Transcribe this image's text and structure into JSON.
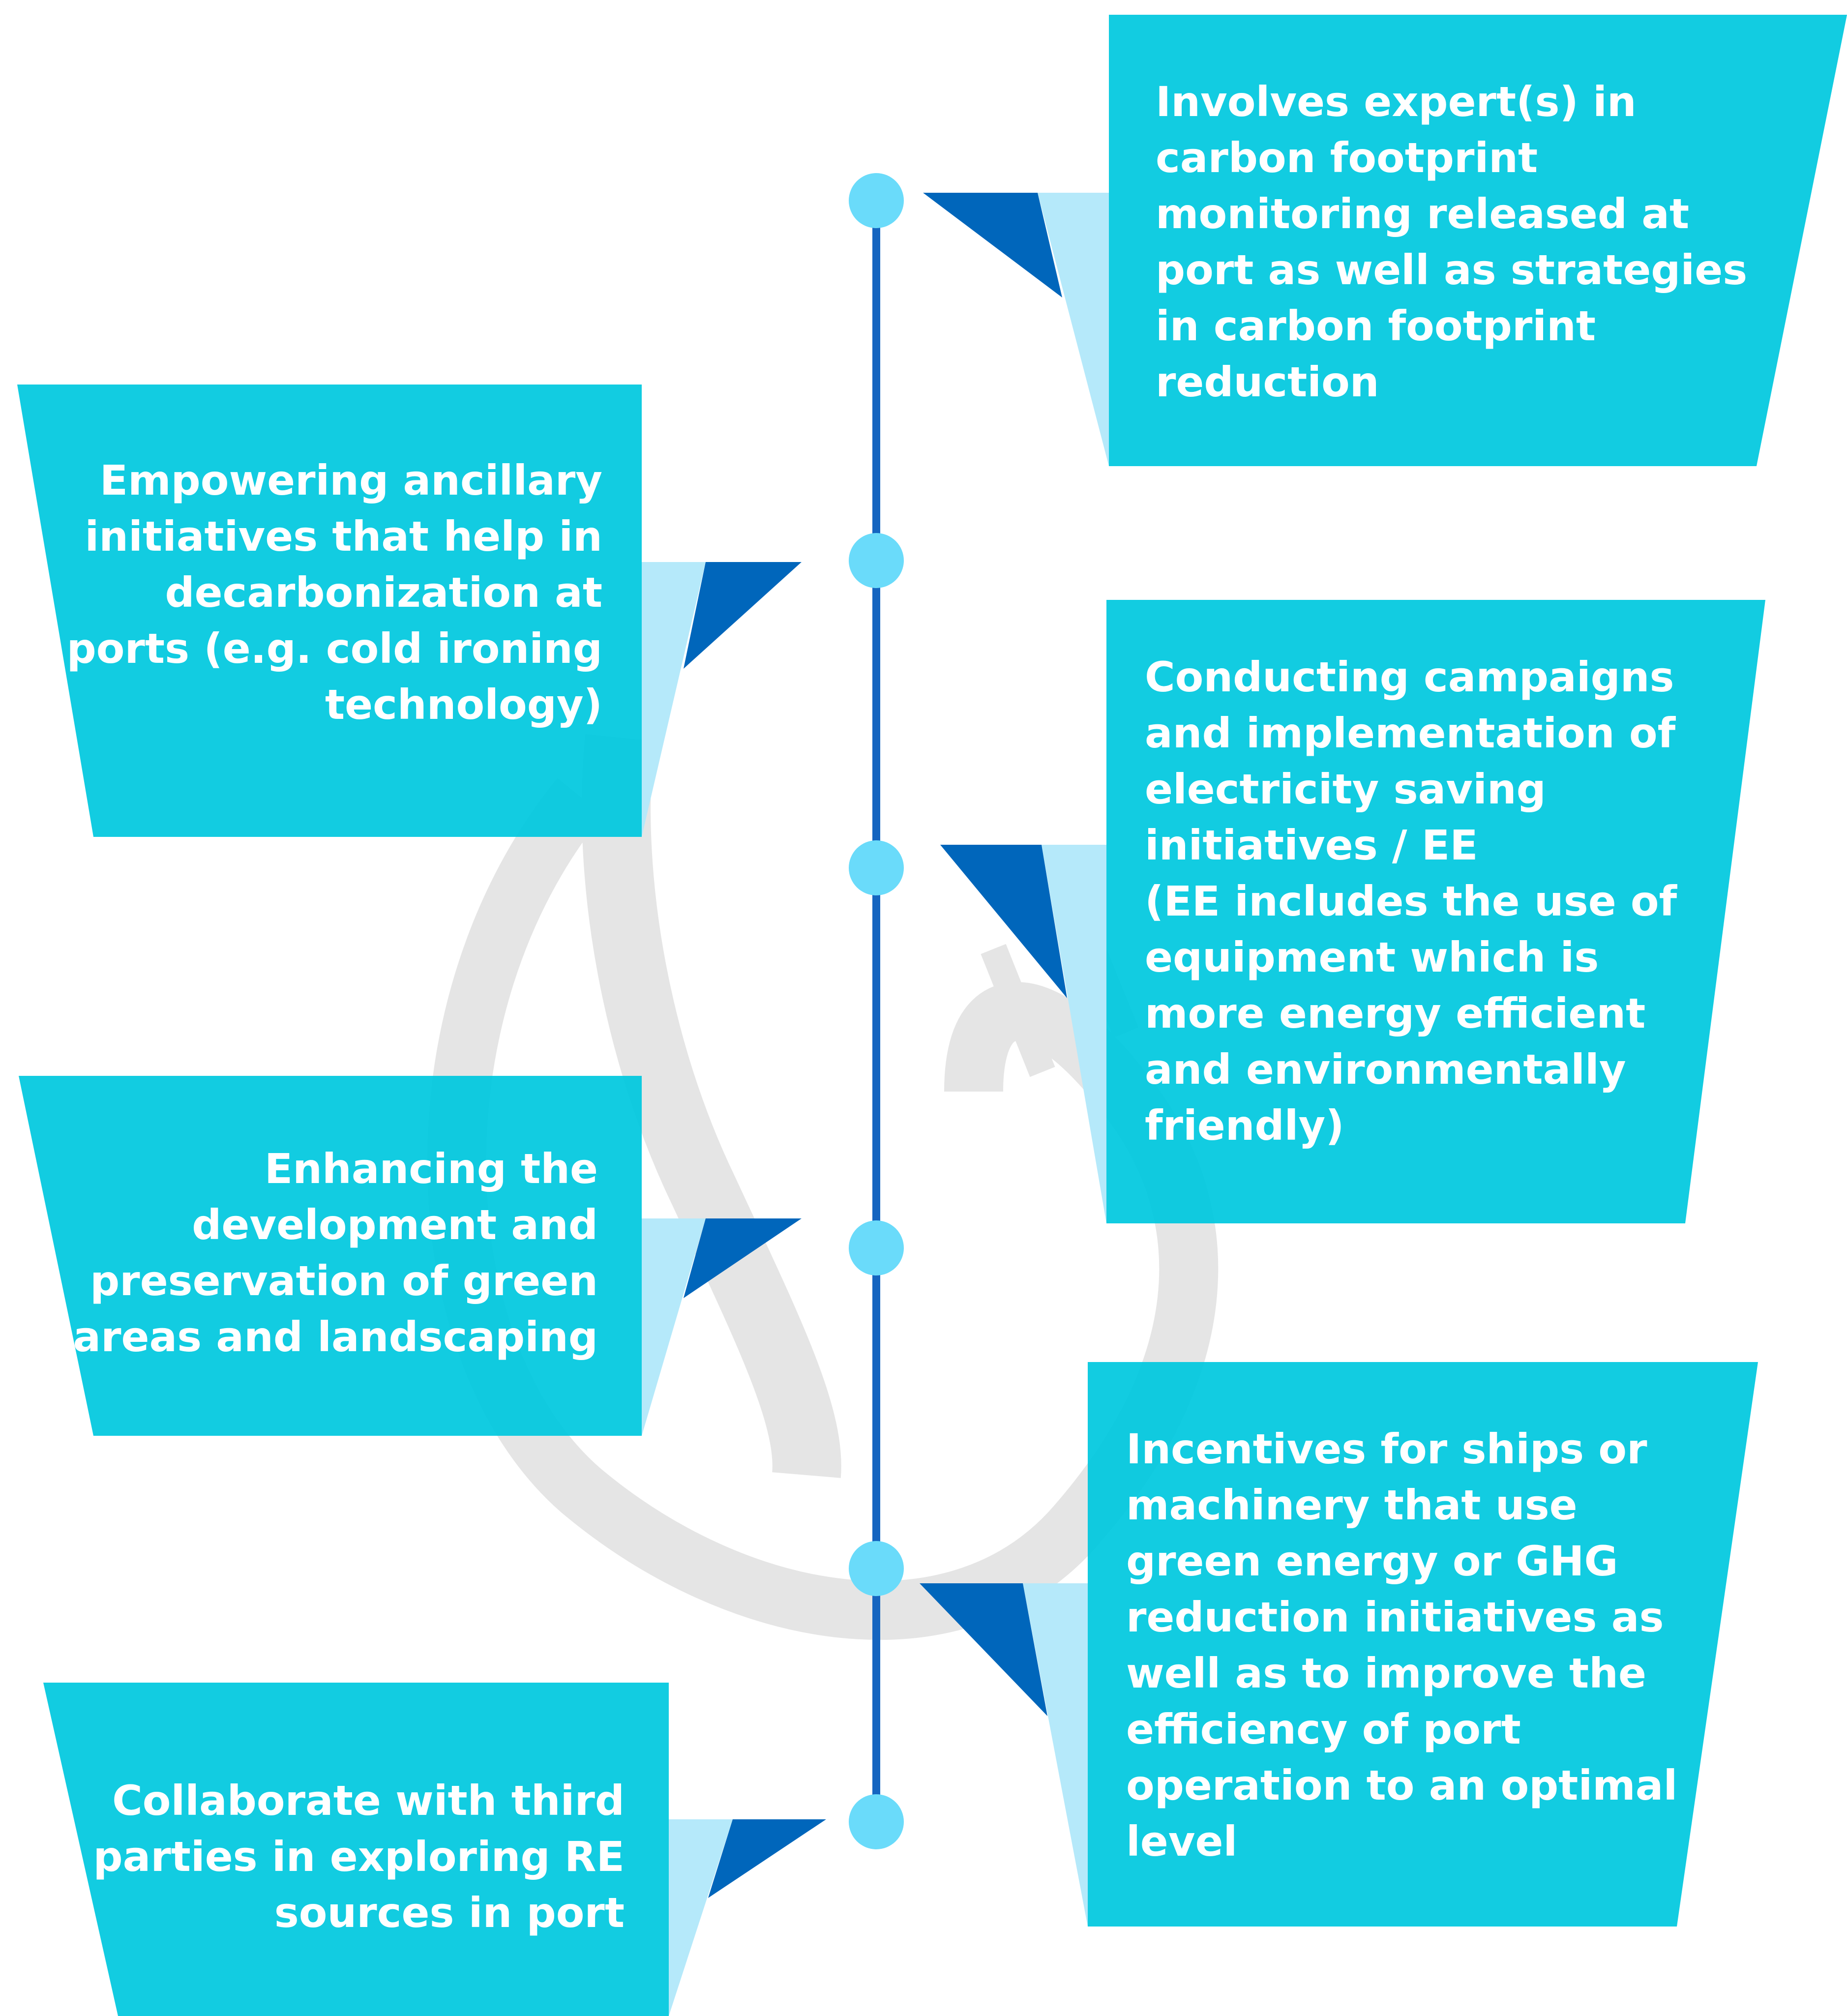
{
  "colors": {
    "box": "#00C8DF",
    "flag_dark": "#0066BB",
    "flag_light": "#B5E9FA",
    "spine": "#1565C0",
    "node": "#6ADBFA",
    "watermark": "#D7D7D7"
  },
  "watermark_icon": "leaf-plug-icon",
  "items": [
    {
      "side": "right",
      "text": "Involves expert(s) in\ncarbon footprint\nmonitoring released at\nport as well as strategies\nin carbon footprint\nreduction"
    },
    {
      "side": "left",
      "text": "Empowering ancillary\ninitiatives that help in\ndecarbonization at\nports (e.g. cold ironing\ntechnology)"
    },
    {
      "side": "right",
      "text": "Conducting campaigns\nand implementation of\nelectricity saving\ninitiatives / EE\n(EE includes the use of\nequipment which is\nmore energy efficient\nand environmentally\nfriendly)"
    },
    {
      "side": "left",
      "text": "Enhancing the\ndevelopment and\npreservation of green\nareas and landscaping"
    },
    {
      "side": "right",
      "text": "Incentives for ships or\nmachinery that use\ngreen energy or GHG\nreduction initiatives as\nwell as to improve the\nefficiency of port\noperation to an optimal\nlevel"
    },
    {
      "side": "left",
      "text": "Collaborate with third\nparties in exploring RE\nsources in port"
    }
  ]
}
